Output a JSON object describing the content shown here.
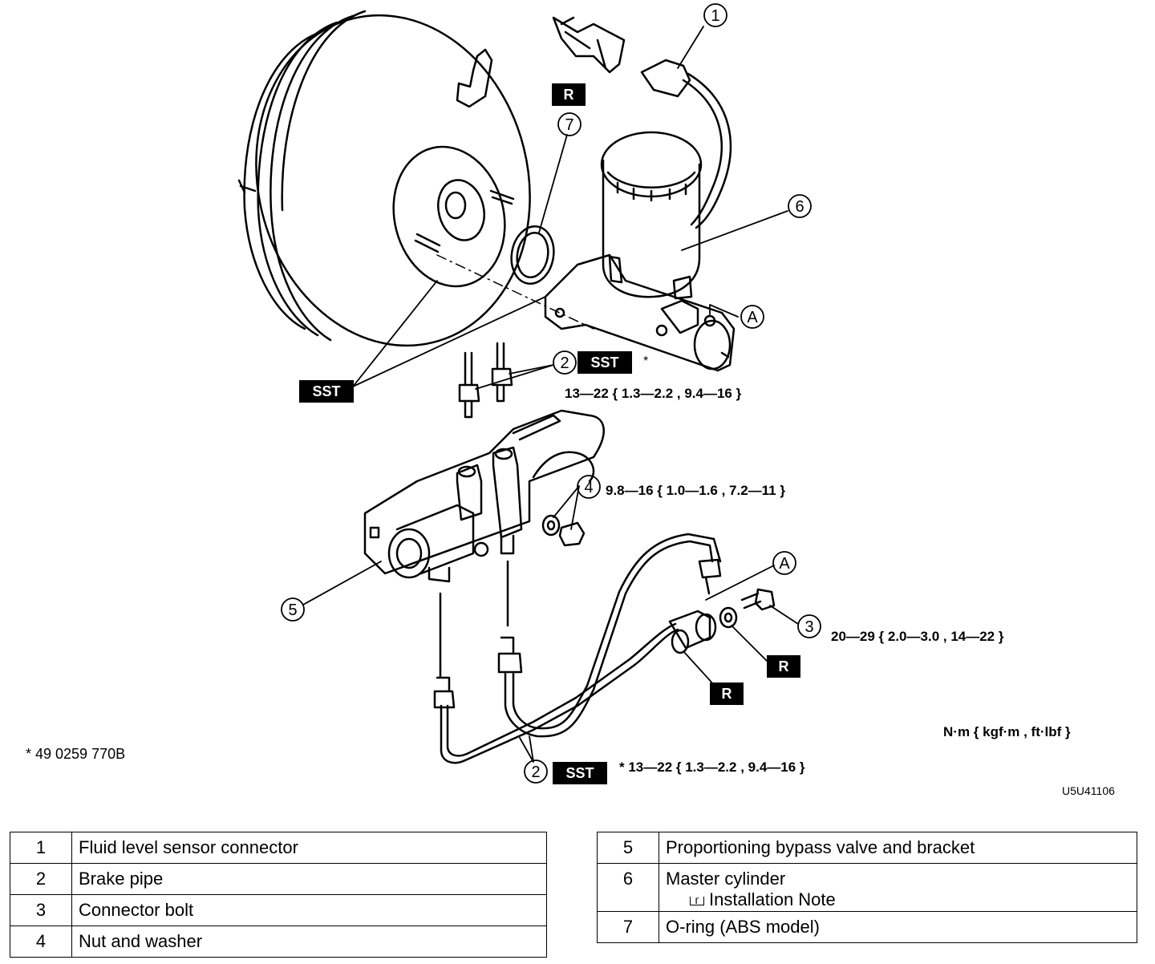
{
  "callouts": [
    "1",
    "2",
    "3",
    "4",
    "5",
    "6",
    "7"
  ],
  "ref_a": "A",
  "tags": {
    "r": "R",
    "sst": "SST"
  },
  "torques": {
    "item2_upper": "13—22 { 1.3—2.2 , 9.4—16 }",
    "item2_lower": "* 13—22 { 1.3—2.2 , 9.4—16 }",
    "item3": "20—29 { 2.0—3.0 , 14—22 }",
    "item4": "9.8—16 { 1.0—1.6 , 7.2—11 }"
  },
  "asterisk": "*",
  "unit_label": "N·m { kgf·m , ft·lbf }",
  "sst_note": "* 49 0259 770B",
  "figure_code": "U5U41106",
  "parts_left": [
    {
      "num": "1",
      "name": "Fluid level sensor connector"
    },
    {
      "num": "2",
      "name": "Brake pipe"
    },
    {
      "num": "3",
      "name": "Connector bolt"
    },
    {
      "num": "4",
      "name": "Nut and washer"
    }
  ],
  "parts_right": [
    {
      "num": "5",
      "name": "Proportioning bypass valve and bracket"
    },
    {
      "num": "6",
      "name": "Master cylinder",
      "note": "Installation Note"
    },
    {
      "num": "7",
      "name": "O-ring (ABS model)"
    }
  ],
  "colors": {
    "line": "#000000",
    "background": "#ffffff",
    "tag_fill": "#000000",
    "tag_text": "#ffffff"
  }
}
